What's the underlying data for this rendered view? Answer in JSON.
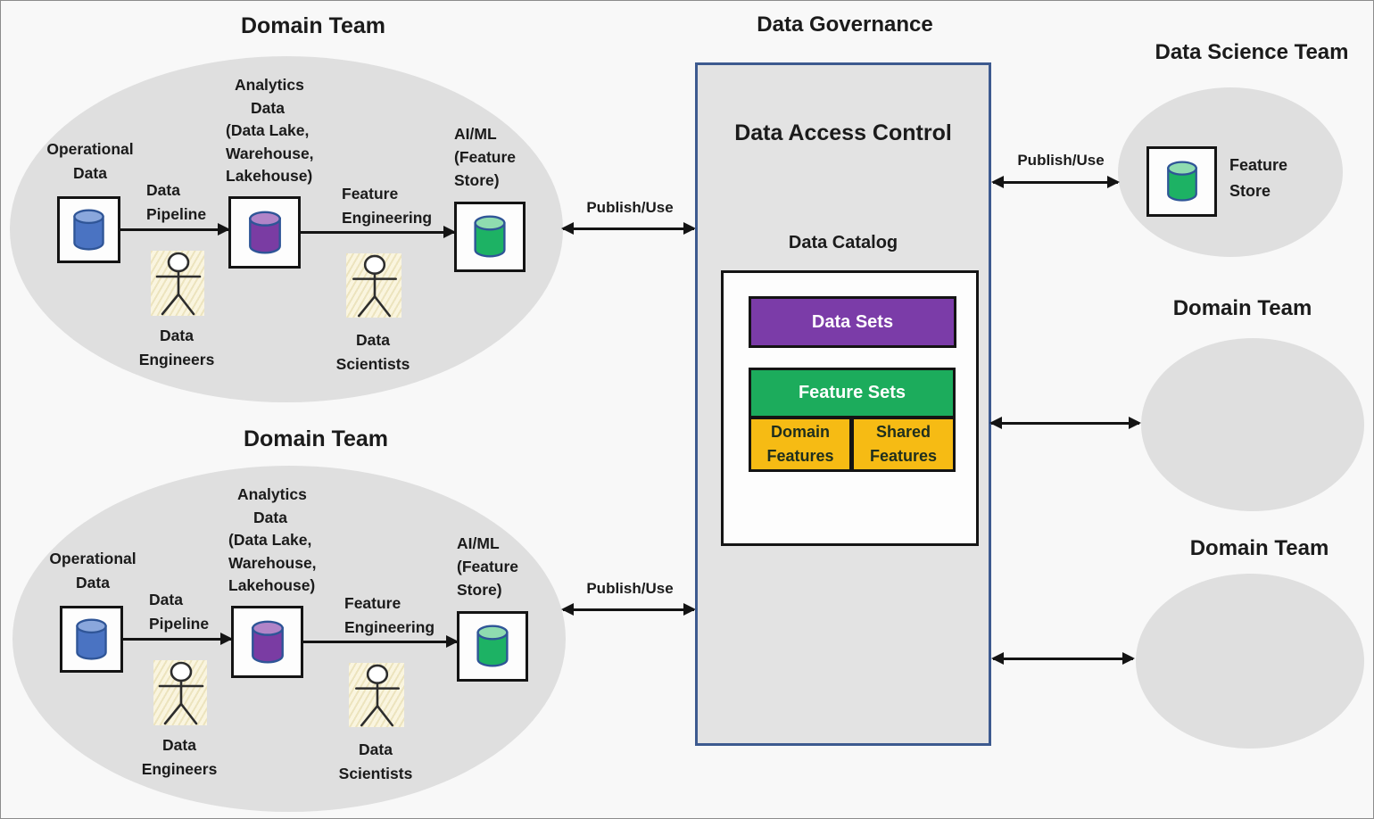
{
  "colors": {
    "page_bg": "#f8f8f8",
    "text": "#1b1b1b",
    "ellipse_bg": "#dfdfdf",
    "white_box_bg": "#fdfdfd",
    "box_border": "#141414",
    "governance_box_bg": "#e3e3e3",
    "governance_border": "#3d5a8f",
    "data_sets_bg": "#7b3ca8",
    "feature_sets_bg": "#1cac5c",
    "features_bg": "#f6bb14",
    "features_text": "#1e2e1e",
    "cyl_blue": "#4a73c2",
    "cyl_blue_top": "#8aa7dc",
    "cyl_purple": "#7a3ca3",
    "cyl_purple_top": "#b184c8",
    "cyl_green": "#1db264",
    "cyl_green_top": "#8fdcb0",
    "cyl_stroke": "#2f5597",
    "figure_bg": "#faf5df",
    "figure_stroke": "#2d2d2d"
  },
  "icons": {
    "blue_database": "database cylinder (operational data)",
    "purple_database": "database cylinder (analytics data)",
    "green_database": "database cylinder (feature store)",
    "person": "hand-drawn stick figure on hatched tile"
  },
  "left_teams": [
    {
      "title": "Domain Team",
      "operational": [
        "Operational",
        "Data"
      ],
      "pipeline": [
        "Data",
        "Pipeline"
      ],
      "analytics": [
        "Analytics",
        "Data",
        "(Data Lake,",
        "Warehouse,",
        "Lakehouse)"
      ],
      "feature_engineering": [
        "Feature",
        "Engineering"
      ],
      "aiml": [
        "AI/ML",
        "(Feature",
        "Store)"
      ],
      "engineers": [
        "Data",
        "Engineers"
      ],
      "scientists": [
        "Data",
        "Scientists"
      ]
    },
    {
      "title": "Domain Team",
      "operational": [
        "Operational",
        "Data"
      ],
      "pipeline": [
        "Data",
        "Pipeline"
      ],
      "analytics": [
        "Analytics",
        "Data",
        "(Data Lake,",
        "Warehouse,",
        "Lakehouse)"
      ],
      "feature_engineering": [
        "Feature",
        "Engineering"
      ],
      "aiml": [
        "AI/ML",
        "(Feature",
        "Store)"
      ],
      "engineers": [
        "Data",
        "Engineers"
      ],
      "scientists": [
        "Data",
        "Scientists"
      ]
    }
  ],
  "connectors": {
    "publish_use_top": "Publish/Use",
    "publish_use_bottom": "Publish/Use",
    "publish_use_right": "Publish/Use"
  },
  "governance": {
    "title": "Data Governance",
    "access_control": "Data Access Control",
    "catalog": "Data Catalog",
    "data_sets": "Data Sets",
    "feature_sets": "Feature Sets",
    "domain_features": [
      "Domain",
      "Features"
    ],
    "shared_features": [
      "Shared",
      "Features"
    ]
  },
  "right_column": {
    "ds_title": "Data Science Team",
    "feature_store": [
      "Feature",
      "Store"
    ],
    "domain_teams": [
      {
        "title": "Domain Team"
      },
      {
        "title": "Domain Team"
      }
    ]
  }
}
